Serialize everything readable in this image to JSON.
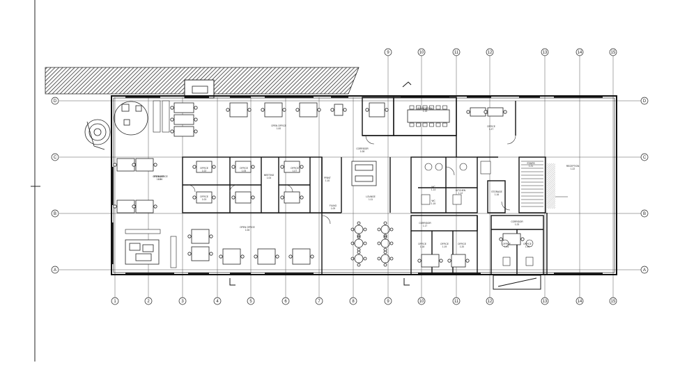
{
  "drawing": {
    "grid_columns_bottom": [
      "1",
      "2",
      "3",
      "4",
      "5",
      "6",
      "7",
      "8",
      "9",
      "10",
      "11",
      "12",
      "13",
      "14",
      "15"
    ],
    "grid_columns_top": [
      "9",
      "10",
      "11",
      "12",
      "13",
      "14",
      "15"
    ],
    "grid_rows": [
      "D",
      "C",
      "B",
      "A"
    ],
    "room_labels": [
      {
        "name": "OPEN OFFICE",
        "code": "1.00"
      },
      {
        "name": "STORAGE",
        "code": "1.01"
      },
      {
        "name": "OFFICE",
        "code": "1.02"
      },
      {
        "name": "OFFICE",
        "code": "1.03"
      },
      {
        "name": "MEETING",
        "code": "1.04"
      },
      {
        "name": "OFFICE",
        "code": "1.05"
      },
      {
        "name": "OPEN OFFICE",
        "code": "1.06"
      },
      {
        "name": "OFFICE",
        "code": "1.07"
      },
      {
        "name": "CORRIDOR",
        "code": "1.08"
      },
      {
        "name": "FILING",
        "code": "1.09"
      },
      {
        "name": "PRINT",
        "code": "1.10"
      },
      {
        "name": "LOUNGE",
        "code": "1.11"
      },
      {
        "name": "KITCHEN",
        "code": "1.12"
      },
      {
        "name": "BOARDROOM",
        "code": "1.13"
      },
      {
        "name": "WC",
        "code": "1.14"
      },
      {
        "name": "WC",
        "code": "1.15"
      },
      {
        "name": "STORAGE",
        "code": "1.16"
      },
      {
        "name": "CORRIDOR",
        "code": "1.17"
      },
      {
        "name": "OFFICE",
        "code": "1.18"
      },
      {
        "name": "OFFICE",
        "code": "1.19"
      },
      {
        "name": "OFFICE",
        "code": "1.20"
      },
      {
        "name": "STAIRS",
        "code": "1.21"
      },
      {
        "name": "RECEPTION",
        "code": "1.22"
      },
      {
        "name": "CORRIDOR",
        "code": "1.23"
      },
      {
        "name": "OFFICE",
        "code": "1.24"
      },
      {
        "name": "OFFICE",
        "code": "1.25"
      },
      {
        "name": "OPEN OFFICE",
        "code": "1.26"
      },
      {
        "name": "OFFICE",
        "code": "1.27"
      }
    ],
    "colors": {
      "line": "#1a1a1a",
      "hatch": "#333333",
      "grid": "#444444"
    }
  }
}
